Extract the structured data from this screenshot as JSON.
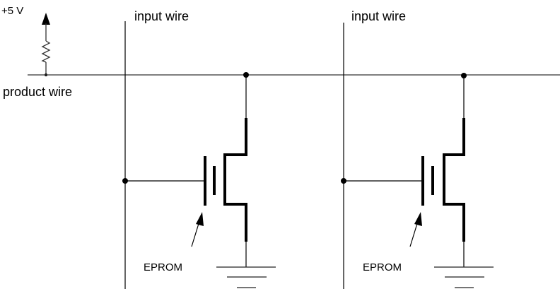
{
  "diagram": {
    "type": "EPROM cell array circuit",
    "supply_label": "+5 V",
    "product_wire_label": "product wire",
    "cells": [
      {
        "input_label": "input wire",
        "transistor_label": "EPROM"
      },
      {
        "input_label": "input wire",
        "transistor_label": "EPROM"
      }
    ],
    "components": {
      "pullup_resistor": "resistor-icon",
      "ground": "ground-icon",
      "transistor": "floating-gate-mosfet-icon"
    }
  }
}
